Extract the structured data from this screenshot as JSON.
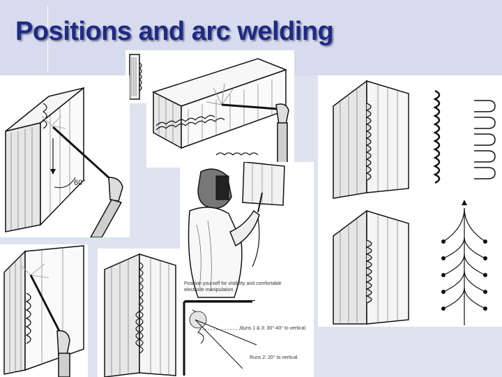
{
  "slide": {
    "title": "Positions and arc welding",
    "accent_color": "#1f2a86",
    "background_color": "#d6dced"
  },
  "figures": {
    "fillet_angle_label": "60°",
    "caption_main": "Position yourself for visibility and comfortable electrode manipulation.",
    "caption_runs_1": "Runs 1 & 3: 30°-40° to vertical",
    "caption_runs_2": "Runs 2: 20° to vertical"
  }
}
